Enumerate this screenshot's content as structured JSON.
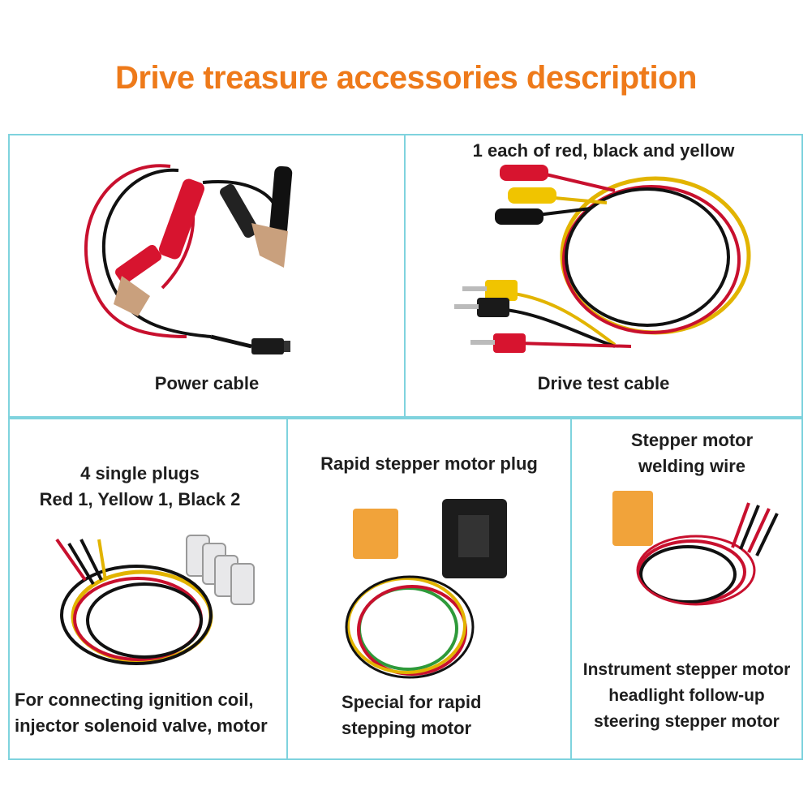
{
  "title": "Drive treasure accessories description",
  "panels": [
    {
      "caption": [
        "Power cable"
      ]
    },
    {
      "top_note": [
        "1 each of red, black and yellow"
      ],
      "caption": [
        "Drive test cable"
      ]
    },
    {
      "top_note": [
        "4 single plugs",
        "Red 1, Yellow 1, Black 2"
      ],
      "caption": [
        "For connecting ignition coil,",
        "injector solenoid valve, motor"
      ]
    },
    {
      "top_note": [
        "Rapid stepper motor plug"
      ],
      "caption": [
        "Special for rapid",
        "stepping motor"
      ]
    },
    {
      "top_note": [
        "Stepper motor",
        "welding wire"
      ],
      "caption": [
        "Instrument stepper motor",
        "headlight follow-up",
        "steering stepper motor"
      ]
    }
  ],
  "colors": {
    "title": "#ee7a1a",
    "border": "#7fd3de",
    "text": "#1e1e1e"
  }
}
